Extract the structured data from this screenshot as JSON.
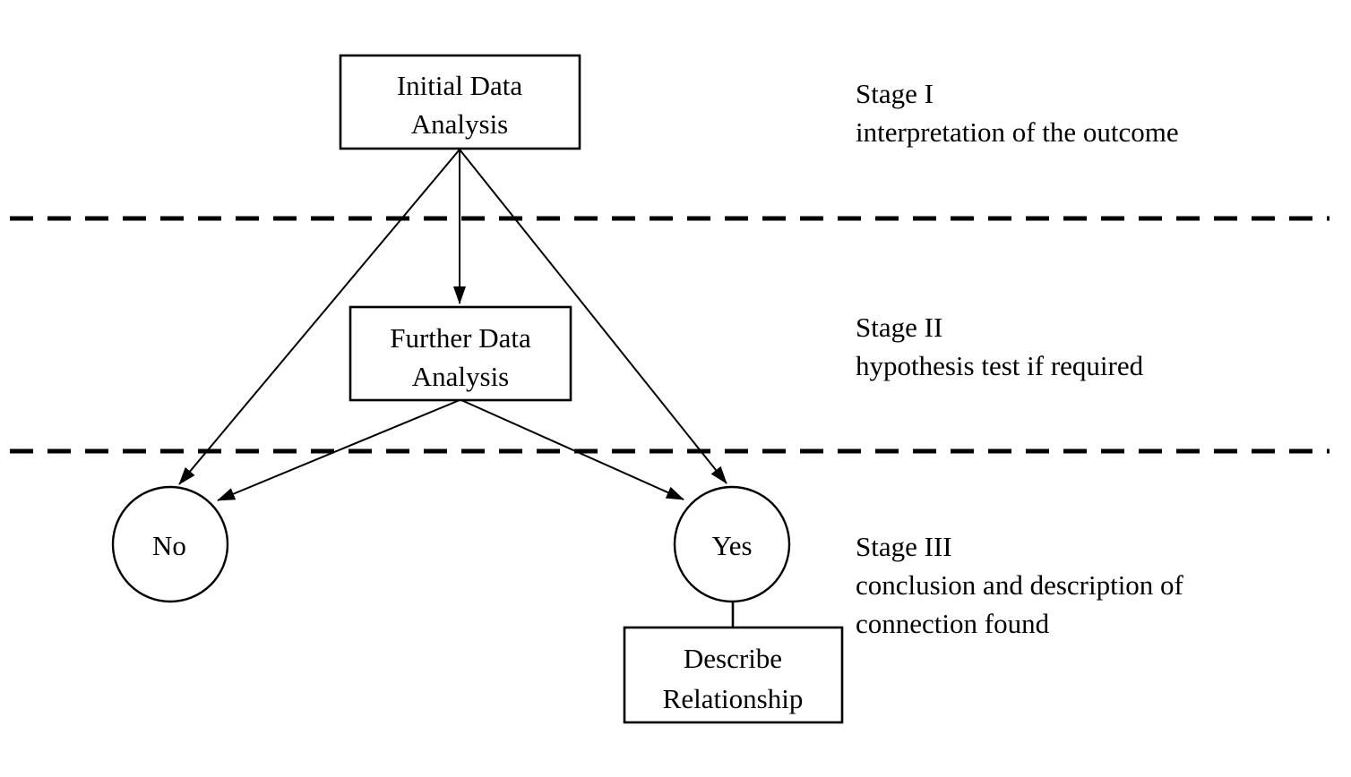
{
  "diagram": {
    "type": "flowchart",
    "background_color": "#ffffff",
    "ink_color": "#000000",
    "nodes": {
      "initial": {
        "shape": "rectangle",
        "line1": "Initial Data",
        "line2": "Analysis"
      },
      "further": {
        "shape": "rectangle",
        "line1": "Further Data",
        "line2": "Analysis"
      },
      "no": {
        "shape": "circle",
        "label": "No"
      },
      "yes": {
        "shape": "circle",
        "label": "Yes"
      },
      "describe": {
        "shape": "rectangle",
        "line1": "Describe",
        "line2": "Relationship"
      }
    },
    "edges": [
      {
        "from": "initial",
        "to": "further",
        "arrow": true
      },
      {
        "from": "initial",
        "to": "no",
        "arrow": true
      },
      {
        "from": "initial",
        "to": "yes",
        "arrow": true
      },
      {
        "from": "further",
        "to": "no",
        "arrow": true
      },
      {
        "from": "further",
        "to": "yes",
        "arrow": true
      },
      {
        "from": "yes",
        "to": "describe",
        "arrow": false
      }
    ],
    "stages": [
      {
        "name": "Stage I",
        "description": "interpretation of the outcome"
      },
      {
        "name": "Stage II",
        "description": "hypothesis test if required"
      },
      {
        "name": "Stage III",
        "description_line1": "conclusion and description of",
        "description_line2": "connection found"
      }
    ]
  }
}
